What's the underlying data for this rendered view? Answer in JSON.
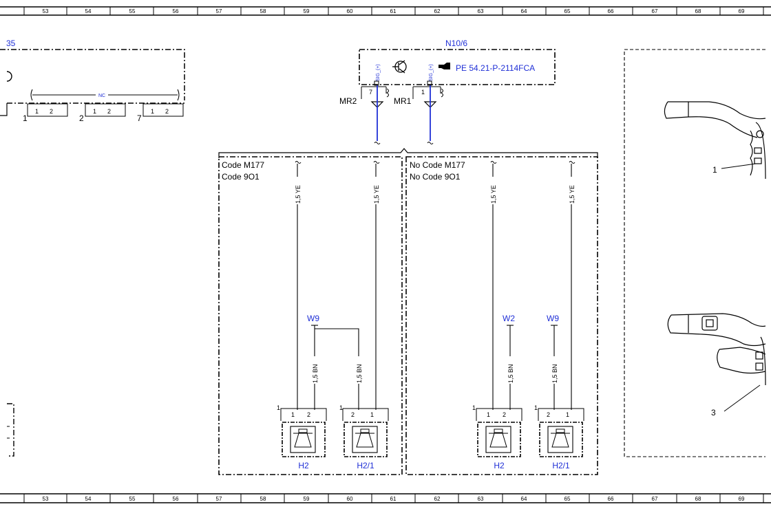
{
  "ruler": {
    "columns": [
      "53",
      "54",
      "55",
      "56",
      "57",
      "58",
      "59",
      "60",
      "61",
      "62",
      "63",
      "64",
      "65",
      "66",
      "67",
      "68",
      "69"
    ]
  },
  "left_component": {
    "ref": "35",
    "nc_label": "NC",
    "connectors": [
      {
        "id": "1",
        "pins": [
          "1",
          "2"
        ]
      },
      {
        "id": "2",
        "pins": [
          "1",
          "2"
        ]
      },
      {
        "id": "7",
        "pins": [
          "1",
          "2"
        ]
      }
    ]
  },
  "module": {
    "ref": "N10/6",
    "reference_link": "PE 54.21-P-2114FCA",
    "signal_a": "SIG_(+)",
    "signal_b": "SIG_(+)",
    "pin_a": "7",
    "pin_b": "1",
    "ground_a": "MR2",
    "ground_b": "MR1"
  },
  "sections": {
    "left": {
      "code_line1": "Code M177",
      "code_line2": "Code 9O1"
    },
    "right": {
      "code_line1": "No Code M177",
      "code_line2": "No Code 9O1"
    }
  },
  "wires": {
    "ye": "1,5 YE",
    "bn": "1,5 BN"
  },
  "grounds": {
    "w9": "W9",
    "w2": "W2"
  },
  "speakers": {
    "h2": "H2",
    "h21": "H2/1",
    "connector_id": "1",
    "pin1": "1",
    "pin2": "2"
  },
  "image_callouts": [
    "1",
    "3"
  ],
  "colors": {
    "wire_blue": "#1f2fd6",
    "label_blue": "#1f2fd6",
    "line_black": "#000000"
  }
}
